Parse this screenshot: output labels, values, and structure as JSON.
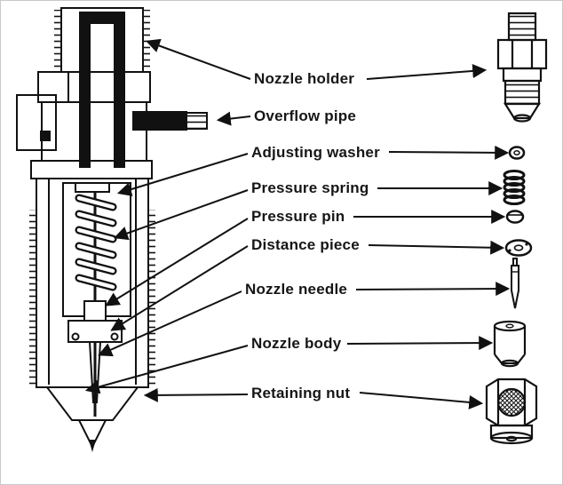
{
  "diagram": {
    "subject": "Diesel fuel injection nozzle holder assembly — cutaway view with exploded parts",
    "background_color": "#ffffff",
    "ink_color": "#111111",
    "labels": [
      {
        "id": "nozzle-holder",
        "text": "Nozzle holder"
      },
      {
        "id": "overflow-pipe",
        "text": "Overflow pipe"
      },
      {
        "id": "adjusting-washer",
        "text": "Adjusting washer"
      },
      {
        "id": "pressure-spring",
        "text": "Pressure spring"
      },
      {
        "id": "pressure-pin",
        "text": "Pressure pin"
      },
      {
        "id": "distance-piece",
        "text": "Distance piece"
      },
      {
        "id": "nozzle-needle",
        "text": "Nozzle needle"
      },
      {
        "id": "nozzle-body",
        "text": "Nozzle body"
      },
      {
        "id": "retaining-nut",
        "text": "Retaining nut"
      }
    ]
  }
}
